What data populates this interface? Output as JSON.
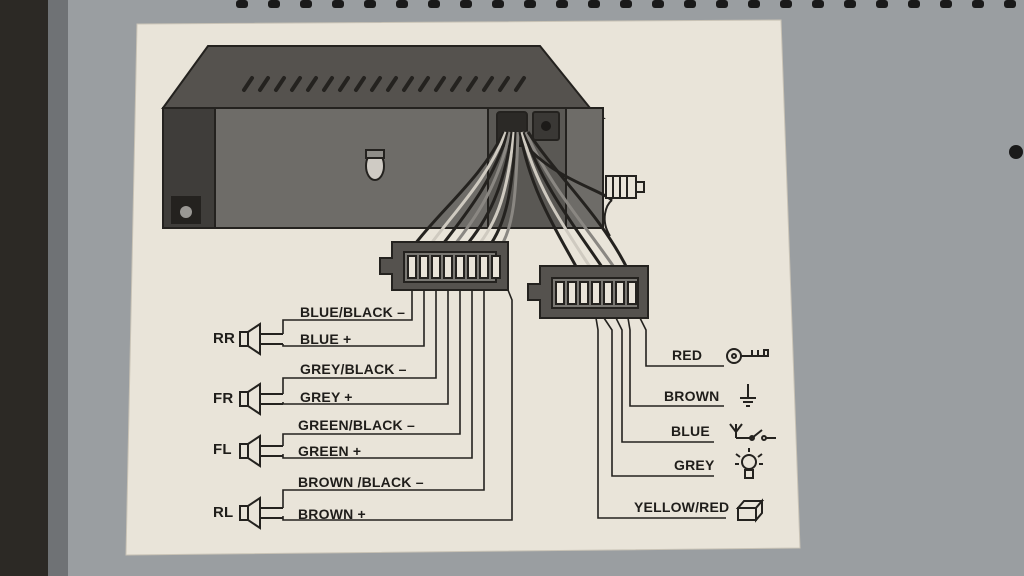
{
  "speakers": [
    {
      "label": "RR",
      "wires": [
        "BLUE/BLACK –",
        "BLUE +"
      ]
    },
    {
      "label": "FR",
      "wires": [
        "GREY/BLACK –",
        "GREY +"
      ]
    },
    {
      "label": "FL",
      "wires": [
        "GREEN/BLACK –",
        "GREEN +"
      ]
    },
    {
      "label": "RL",
      "wires": [
        "BROWN /BLACK –",
        "BROWN +"
      ]
    }
  ],
  "power": [
    {
      "wire": "RED",
      "icon": "key-icon"
    },
    {
      "wire": "BROWN",
      "icon": "ground-icon"
    },
    {
      "wire": "BLUE",
      "icon": "antenna-switch-icon"
    },
    {
      "wire": "GREY",
      "icon": "light-bulb-icon"
    },
    {
      "wire": "YELLOW/RED",
      "icon": "memory-box-icon"
    }
  ],
  "colors": {
    "metal": "#9a9ea1",
    "card": "#e9e4d9",
    "ink": "#24221f",
    "radio_body": "#6a6864"
  }
}
